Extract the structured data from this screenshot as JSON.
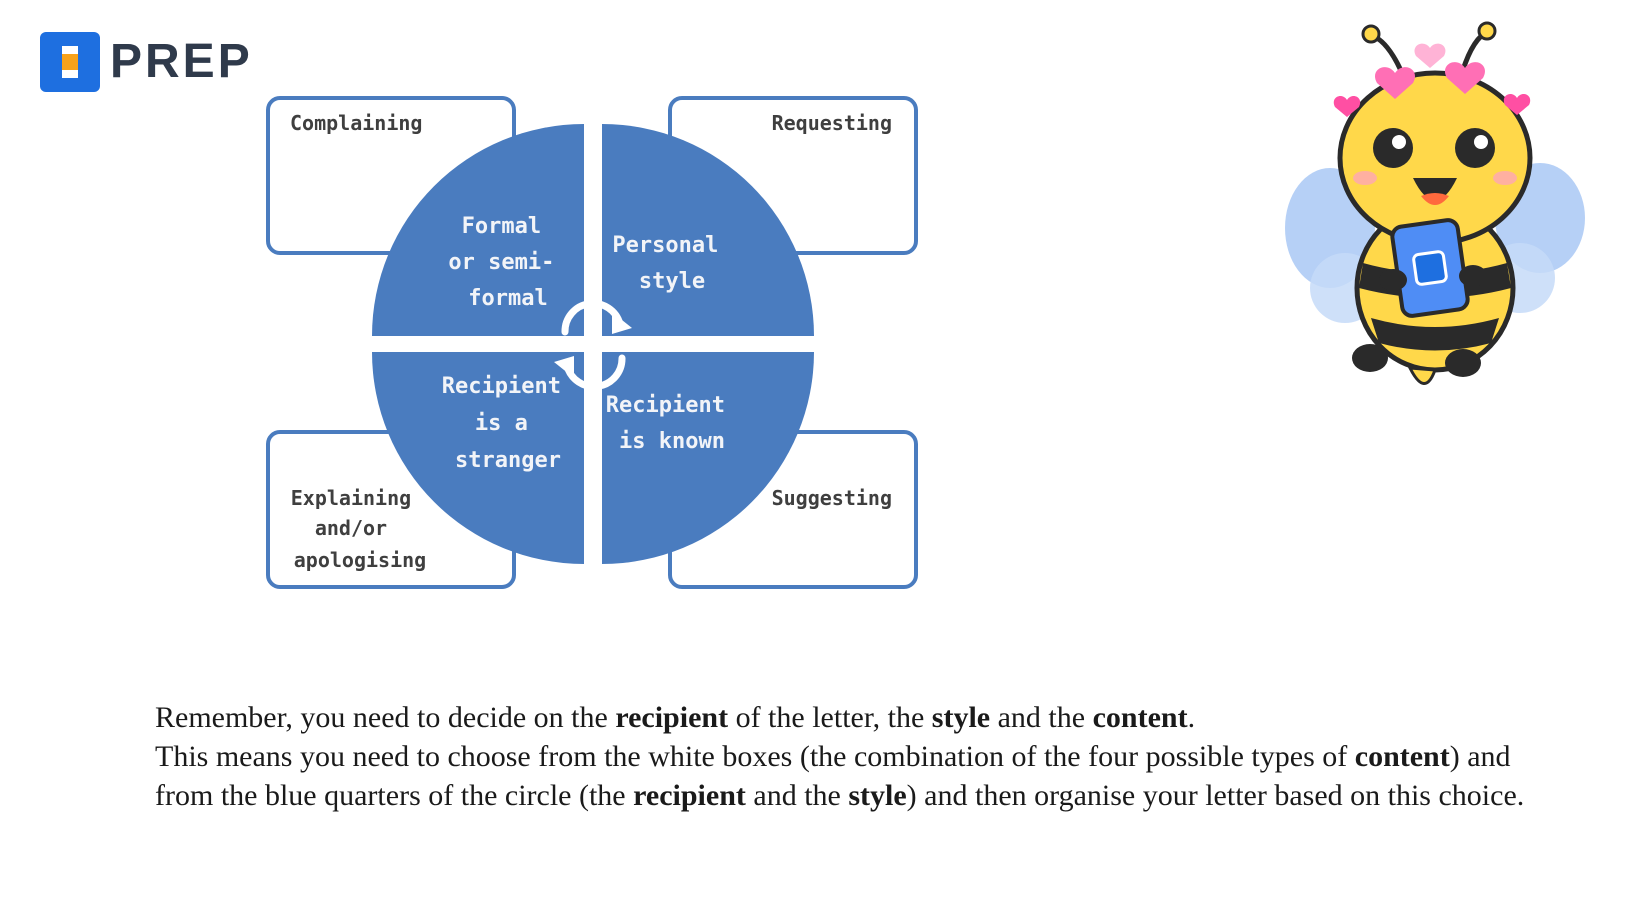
{
  "brand": {
    "name": "PREP",
    "color": "#1e6fe0",
    "accent": "#f7a21b"
  },
  "diagram": {
    "boxes": {
      "top_left": [
        "Complaining"
      ],
      "top_right": [
        "Requesting"
      ],
      "bottom_left": [
        "Explaining",
        "and/or",
        "apologising"
      ],
      "bottom_right": [
        "Suggesting"
      ]
    },
    "quarters": {
      "top_left": [
        "Formal",
        "or semi-",
        "formal"
      ],
      "top_right": [
        "Personal",
        "style"
      ],
      "bottom_left": [
        "Recipient",
        "is a",
        "stranger"
      ],
      "bottom_right": [
        "Recipient",
        "is known"
      ]
    },
    "colors": {
      "quarter": "#4a7cbf",
      "box_border": "#4a7cbf"
    }
  },
  "text": {
    "line1": {
      "part1": "Remember, you need to decide on the ",
      "bold1": "recipient",
      "part2": " of the letter, the ",
      "bold2": "style",
      "part3": " and the ",
      "bold3": "content",
      "part4": "."
    },
    "para2": {
      "part1": "This means you need to choose from the white boxes (the combination of the four possible types of ",
      "bold1": "content",
      "part2": ") and from the blue quarters of the circle (the ",
      "bold2": "recipient",
      "part3": " and the ",
      "bold3": "style",
      "part4": ") and then organise your letter based on this choice."
    }
  }
}
